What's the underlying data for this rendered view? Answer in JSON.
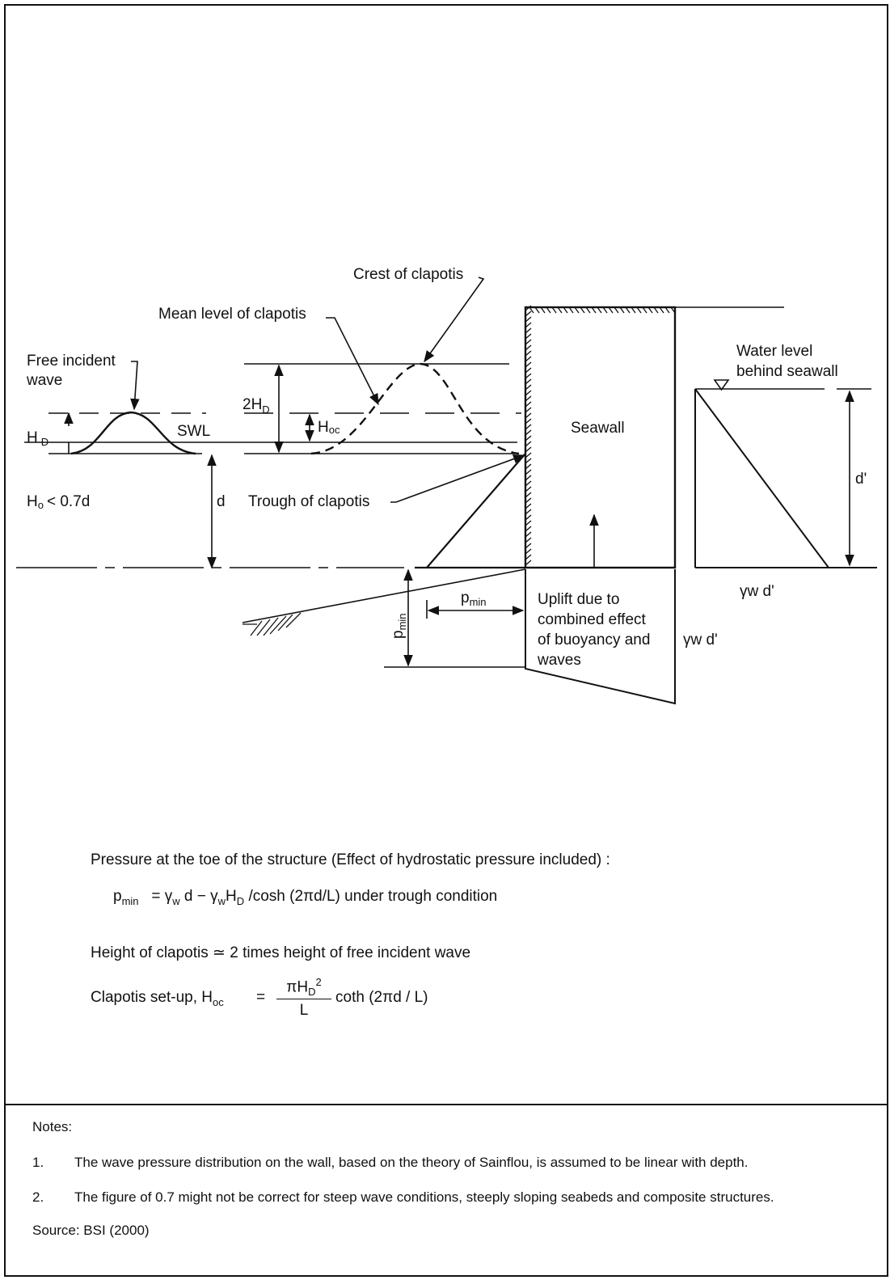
{
  "diagram": {
    "labels": {
      "crest": "Crest of clapotis",
      "mean_level": "Mean level of clapotis",
      "free_wave_l1": "Free incident",
      "free_wave_l2": "wave",
      "hd_main": "H",
      "hd_sub": "D",
      "swl": "SWL",
      "twohd_main": "2H",
      "twohd_sub": "D",
      "hoc_main": "H",
      "hoc_sub": "oc",
      "ho_main": "H",
      "ho_sub": "o",
      "ho_rest": "< 0.7d",
      "d": "d",
      "trough": "Trough of clapotis",
      "seawall": "Seawall",
      "water_l1": "Water level",
      "water_l2": "behind seawall",
      "d_prime": "d'",
      "gamma_d_right": "γw d'",
      "pmin_main": "p",
      "pmin_sub": "min",
      "uplift_l1": "Uplift due to",
      "uplift_l2": "combined effect",
      "uplift_l3": "of buoyancy and",
      "uplift_l4": "waves",
      "gamma_d_mid": "γw d'"
    }
  },
  "formulas": {
    "intro": "Pressure at the toe of the structure (Effect of hydrostatic pressure included) :",
    "pmin_lhs": "p",
    "pmin_lhs_sub": "min",
    "pmin_rhs_a": "= γ",
    "pmin_rhs_w1": "w",
    "pmin_rhs_b": "d − γ",
    "pmin_rhs_w2": "w",
    "pmin_rhs_c": "H",
    "pmin_rhs_d": "D",
    "pmin_rhs_e": " /cosh (2πd/L)  under trough condition",
    "clap_height": "Height of clapotis  ≃   2 times height of free incident wave",
    "setup_lhs": "Clapotis set-up, H",
    "setup_lhs_sub": "oc",
    "setup_eq": "=",
    "setup_num": "πH",
    "setup_num_sub": "D",
    "setup_num_sup": "2",
    "setup_den": "L",
    "setup_rhs": "coth (2πd / L)"
  },
  "notes": {
    "heading": "Notes:",
    "items": [
      {
        "num": "1.",
        "text": "The wave pressure distribution on the wall, based on the theory of Sainflou, is assumed to be linear with depth."
      },
      {
        "num": "2.",
        "text": "The figure of 0.7 might not be correct for steep wave conditions, steeply sloping seabeds and composite structures."
      }
    ],
    "source": "Source: BSI (2000)"
  }
}
